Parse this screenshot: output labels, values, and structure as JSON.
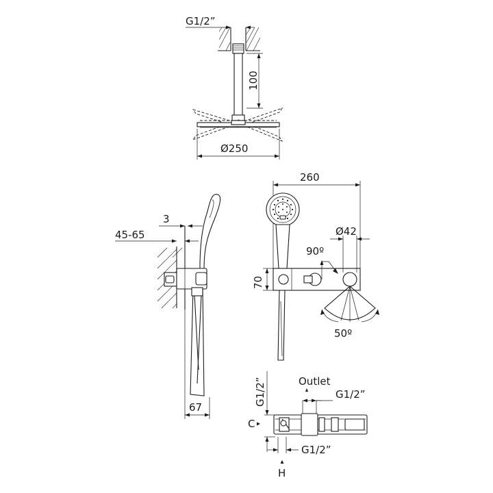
{
  "colors": {
    "line": "#1a1a1a",
    "background": "#ffffff"
  },
  "labels": {
    "inlet_top": "G1/2”",
    "arm_length": "100",
    "head_diameter": "Ø250",
    "depth_range": "45-65",
    "wall_gap": "3",
    "holder_depth": "67",
    "panel_width": "260",
    "knob_diameter": "Ø42",
    "panel_height": "70",
    "knob_angle": "90º",
    "spout_angle": "50º",
    "outlet": "Outlet",
    "outlet_thread": "G1/2”",
    "side_thread": "G1/2”",
    "bottom_thread": "G1/2”",
    "c_label": "C",
    "h_label": "H"
  }
}
